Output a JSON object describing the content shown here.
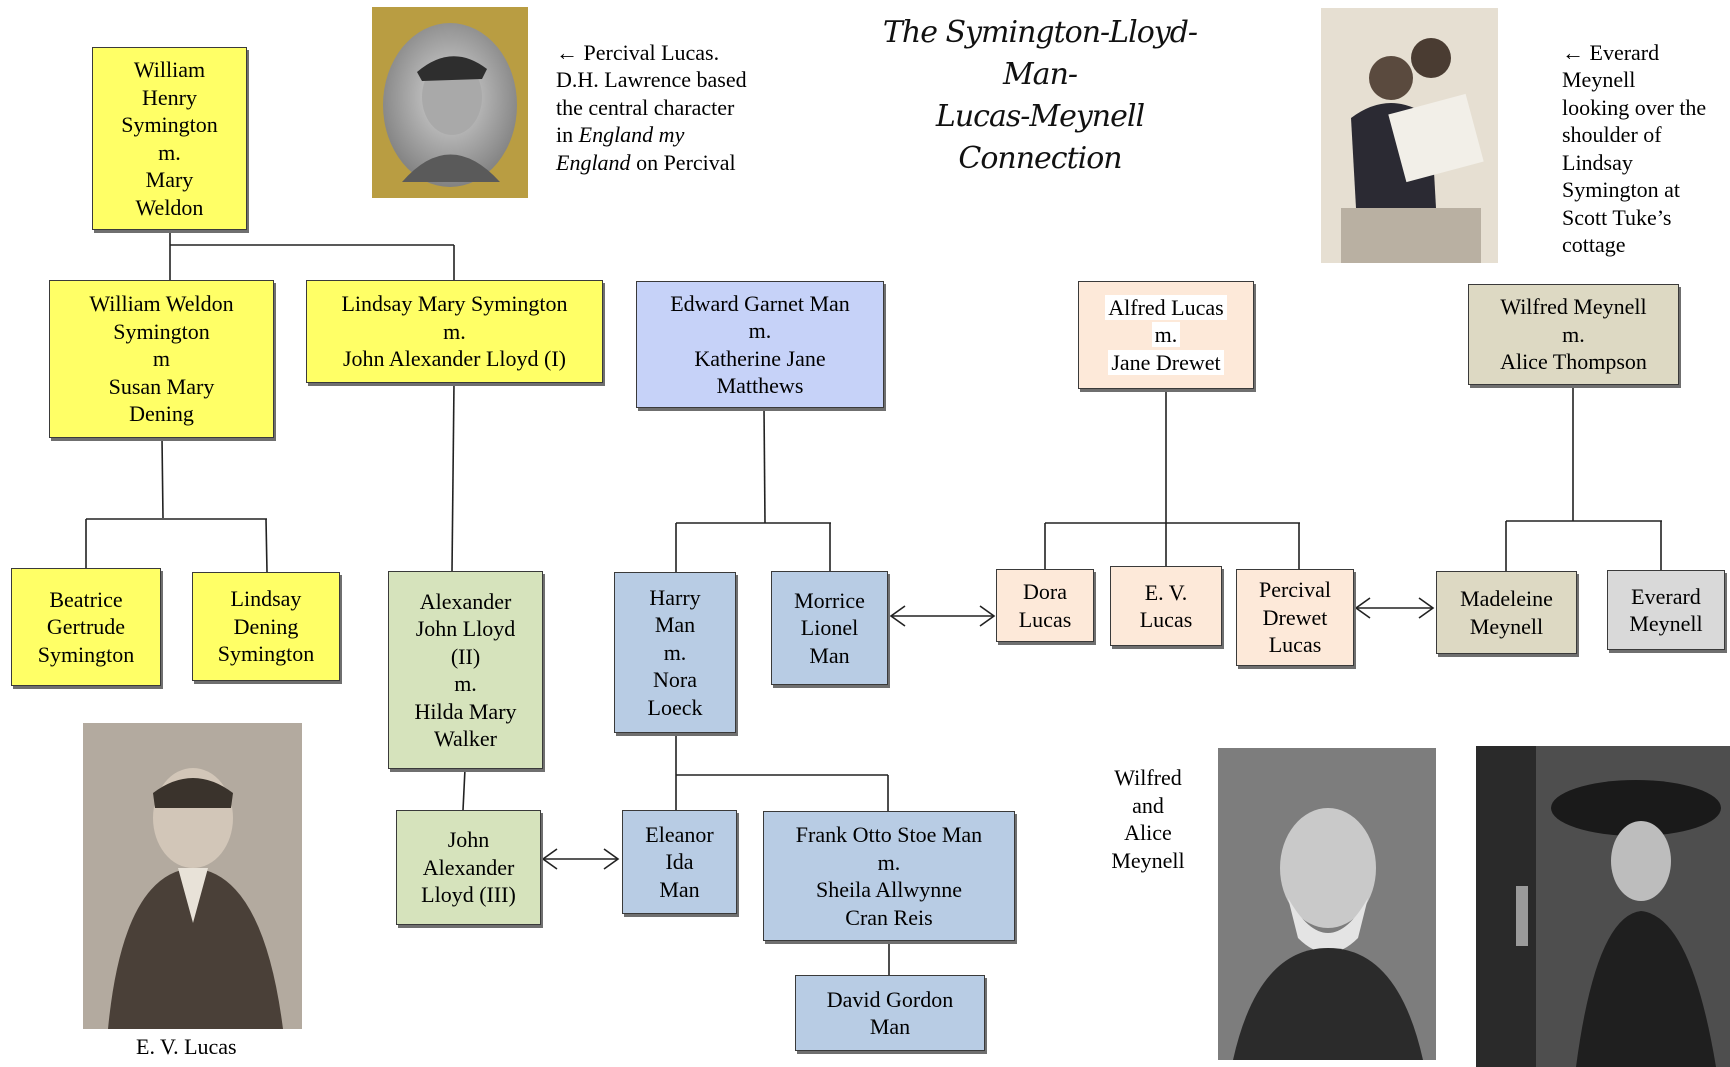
{
  "title": "The Symington-Lloyd-Man-\nLucas-Meynell Connection",
  "colors": {
    "yellow": "#ffff66",
    "green": "#d6e3bc",
    "lavender": "#c6d2f8",
    "blue": "#b8cce4",
    "peach": "#fde9d9",
    "tan": "#ddd9c3",
    "grey": "#d9d9d9"
  },
  "people": {
    "william_henry": "William\nHenry\nSymington\nm.\nMary\nWeldon",
    "william_weldon": "William Weldon\nSymington\nm\nSusan Mary\nDening",
    "lindsay_mary": "Lindsay Mary Symington\nm.\nJohn Alexander Lloyd (I)",
    "beatrice": "Beatrice\nGertrude\nSymington",
    "lindsay_dening": "Lindsay\nDening\nSymington",
    "alexander_lloyd": "Alexander\nJohn Lloyd\n(II)\nm.\nHilda Mary\nWalker",
    "john_lloyd_iii": "John\nAlexander\nLloyd (III)",
    "edward_man": "Edward Garnet Man\nm.\nKatherine Jane\nMatthews",
    "harry_man": "Harry\nMan\nm.\nNora\nLoeck",
    "morrice_man": "Morrice\nLionel\nMan",
    "eleanor_man": "Eleanor\nIda\nMan",
    "frank_man": "Frank Otto Stoe Man\nm.\nSheila Allwynne\nCran Reis",
    "david_man": "David Gordon\nMan",
    "alfred_lucas": [
      "Alfred Lucas",
      "m.",
      "Jane Drewet"
    ],
    "dora_lucas": "Dora\nLucas",
    "ev_lucas": "E. V.\nLucas",
    "percival_lucas": "Percival\nDrewet\nLucas",
    "wilfred_meynell": "Wilfred Meynell\nm.\nAlice Thompson",
    "madeleine_meynell": "Madeleine\nMeynell",
    "everard_meynell": "Everard\nMeynell"
  },
  "captions": {
    "percival_arrow": "←",
    "percival_line1": " Percival Lucas.",
    "percival_line2": "D.H. Lawrence based\nthe central character\nin ",
    "percival_book": "England my\nEngland",
    "percival_tail": " on Percival",
    "everard_arrow": "←",
    "everard_line1": " Everard",
    "everard_rest": "Meynell\nlooking over the\nshoulder of\nLindsay\nSymington at\nScott Tuke’s\ncottage",
    "ev_lucas_photo": "E. V. Lucas",
    "wilfred_alice": "Wilfred\nand\nAlice\nMeynell"
  }
}
